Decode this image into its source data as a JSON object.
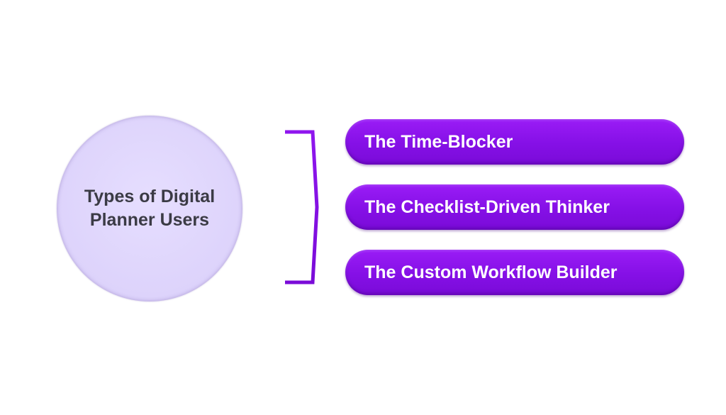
{
  "diagram": {
    "hub": {
      "label": "Types of Digital Planner Users"
    },
    "branches": [
      {
        "label": "The Time-Blocker"
      },
      {
        "label": "The Checklist-Driven Thinker"
      },
      {
        "label": "The Custom Workflow Builder"
      }
    ],
    "colors": {
      "accent": "#8a12ea",
      "hub_fill": "#ded5fb",
      "hub_text": "#3b3b45",
      "pill_text": "#ffffff"
    }
  }
}
